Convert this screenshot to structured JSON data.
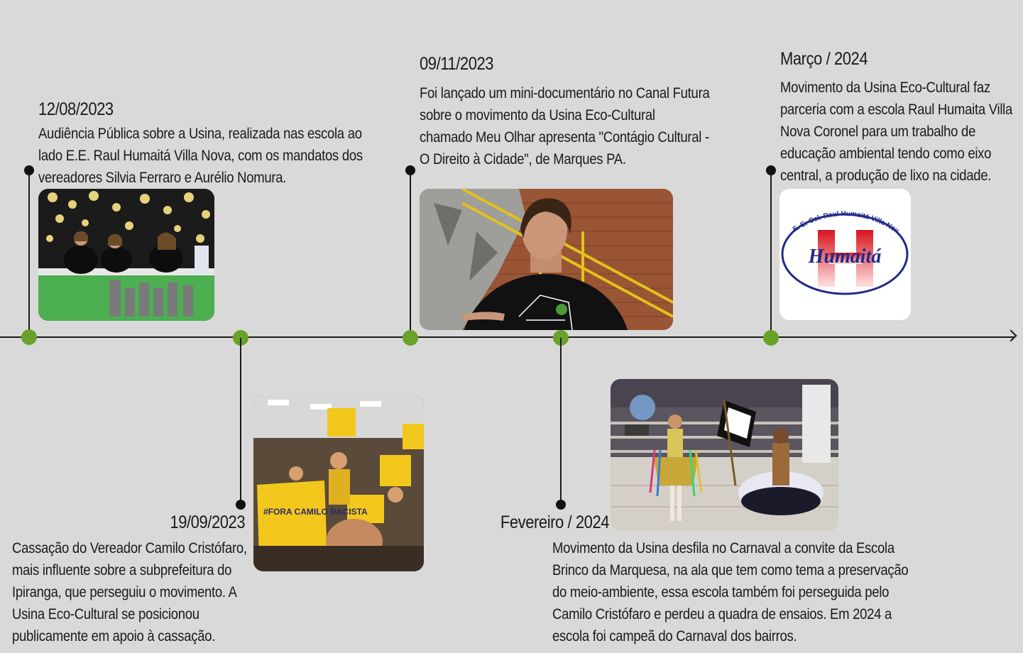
{
  "events": [
    {
      "date": "12/08/2023",
      "description": "Audiência Pública sobre a Usina, realizada nas escola ao lado E.E. Raul Humaitá Villa Nova, com os mandatos dos vereadores Silvia Ferraro e Aurélio Nomura."
    },
    {
      "date": "19/09/2023",
      "description": "Cassação do Vereador Camilo Cristófaro, mais influente sobre a subprefeitura do Ipiranga, que perseguiu o movimento. A Usina Eco-Cultural se posicionou publicamente em apoio à cassação.",
      "sign_text": "#FORA CAMILO RACISTA"
    },
    {
      "date": "09/11/2023",
      "description": "Foi lançado um mini-documentário no Canal Futura sobre o movimento da Usina Eco-Cultural chamado Meu Olhar apresenta \"Contágio Cultural - O Direito à Cidade\", de Marques PA."
    },
    {
      "date": "Fevereiro / 2024",
      "description": "Movimento da Usina desfila no Carnaval a convite da Escola Brinco da Marquesa, na ala que tem como tema a preservação do meio-ambiente, essa escola também foi perseguida pelo Camilo Cristófaro e perdeu a quadra de ensaios. Em 2024 a escola foi campeã do Carnaval dos bairros."
    },
    {
      "date": "Março / 2024",
      "description": "Movimento da Usina Eco-Cultural faz parceria com a escola Raul Humaita Villa Nova Coronel para um trabalho de educação ambiental tendo como eixo central, a produção de lixo na cidade.",
      "logo": {
        "ring_text": "E. E. Cel. Raul Humaitá Villa Nova",
        "name": "Humaitá"
      }
    }
  ],
  "colors": {
    "background": "#d9d9d9",
    "node": "#6aa12a",
    "line": "#1a1a1a"
  }
}
